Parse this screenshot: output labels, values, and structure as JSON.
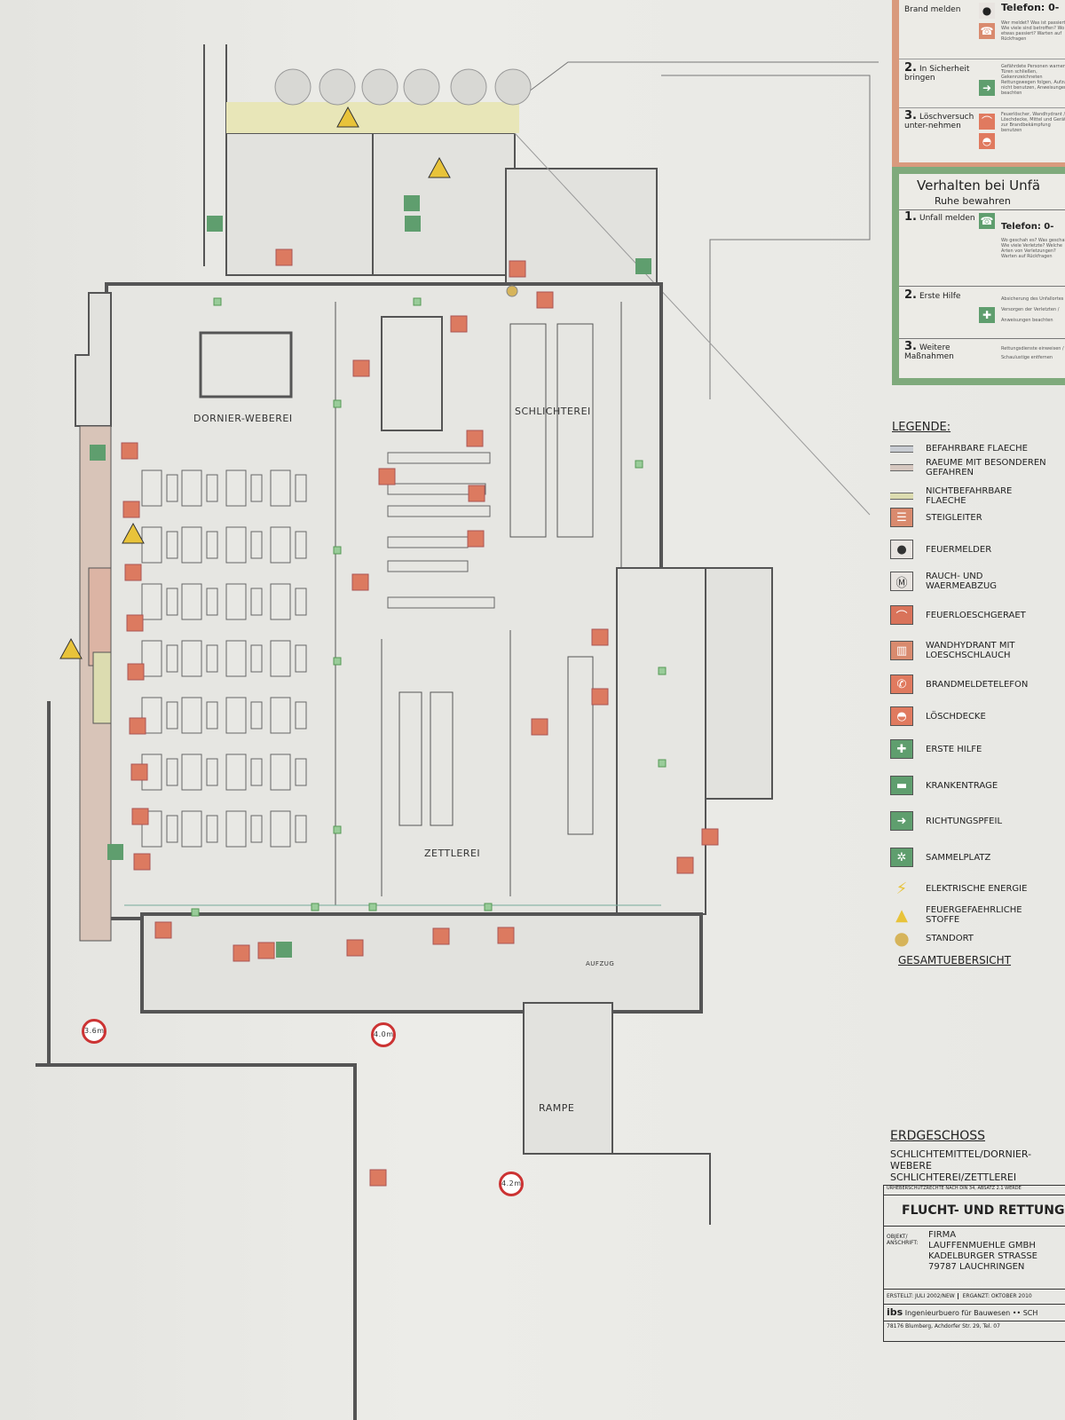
{
  "fire_box": {
    "step1_label": "Brand melden",
    "step1_phone": "Telefon: 0-",
    "step1_notes": "Wer meldet? Was ist passiert? Wie viele sind betroffen? Wo ist etwas passiert? Warten auf Rückfragen",
    "step2_num": "2.",
    "step2_label": "In Sicherheit bringen",
    "step2_notes": "Gefährdete Personen warnen, Türen schließen, Gekennzeichneten Rettungswegen folgen, Aufzug nicht benutzen, Anweisungen beachten",
    "step3_num": "3.",
    "step3_label": "Löschversuch unter-nehmen",
    "step3_notes": "Feuerlöscher, Wandhydrant / Löschdecke, Mittel und Geräte zur Brandbekämpfung benutzen"
  },
  "accident_box": {
    "title": "Verhalten bei Unfä",
    "subtitle": "Ruhe bewahren",
    "step1_num": "1.",
    "step1_label": "Unfall melden",
    "step1_phone": "Telefon: 0-",
    "step1_notes": "Wo geschah es? Was geschah? Wie viele Verletzte? Welche Arten von Verletzungen? Warten auf Rückfragen",
    "step2_num": "2.",
    "step2_label": "Erste Hilfe",
    "step2_notes": "Absicherung des Unfallortes / Versorgen der Verletzten / Anweisungen beachten",
    "step3_num": "3.",
    "step3_label": "Weitere Maßnahmen",
    "step3_notes": "Rettungsdienste einweisen / Schaulustige entfernen"
  },
  "legend": {
    "title": "LEGENDE:",
    "items": [
      {
        "label": "BEFAHRBARE FLAECHE",
        "icon": "drivable-area-swatch",
        "color": "#c8ccd2"
      },
      {
        "label": "RAEUME MIT BESONDEREN GEFAHREN",
        "icon": "special-hazard-swatch",
        "color": "#d6c8c0"
      },
      {
        "label": "NICHTBEFAHRBARE FLAECHE",
        "icon": "non-drivable-swatch",
        "color": "#dcdcb0"
      },
      {
        "label": "STEIGLEITER",
        "icon": "ladder-icon",
        "color": "#d98a6e"
      },
      {
        "label": "FEUERMELDER",
        "icon": "fire-alarm-icon",
        "color": "#e8e4e0"
      },
      {
        "label": "RAUCH- UND WAERMEABZUG",
        "icon": "smoke-vent-icon",
        "color": "#e8e4e0"
      },
      {
        "label": "FEUERLOESCHGERAET",
        "icon": "fire-extinguisher-icon",
        "color": "#d9735a"
      },
      {
        "label": "WANDHYDRANT MIT LOESCHSCHLAUCH",
        "icon": "wall-hydrant-icon",
        "color": "#d98a6e"
      },
      {
        "label": "BRANDMELDETELEFON",
        "icon": "fire-phone-icon",
        "color": "#e07a5f"
      },
      {
        "label": "LÖSCHDECKE",
        "icon": "fire-blanket-icon",
        "color": "#e07a5f"
      },
      {
        "label": "ERSTE HILFE",
        "icon": "first-aid-icon",
        "color": "#5f9e6e"
      },
      {
        "label": "KRANKENTRAGE",
        "icon": "stretcher-icon",
        "color": "#5f9e6e"
      },
      {
        "label": "RICHTUNGSPFEIL",
        "icon": "direction-arrow-icon",
        "color": "#5f9e6e"
      },
      {
        "label": "SAMMELPLATZ",
        "icon": "assembly-point-icon",
        "color": "#5f9e6e"
      },
      {
        "label": "ELEKTRISCHE ENERGIE",
        "icon": "electric-hazard-icon",
        "color": "#e8c33a"
      },
      {
        "label": "FEUERGEFAEHRLICHE STOFFE",
        "icon": "flammable-hazard-icon",
        "color": "#e8c33a"
      },
      {
        "label": "STANDORT",
        "icon": "location-icon",
        "color": "#d6b45a"
      }
    ]
  },
  "overview_title": "GESAMTUEBERSICHT",
  "floor": {
    "title": "ERDGESCHOSS",
    "line1": "SCHLICHTEMITTEL/DORNIER-WEBERE",
    "line2": "SCHLICHTEREI/ZETTLEREI"
  },
  "title_block": {
    "copyright": "URHEBERSCHUTZRECHTE NACH DIN 34, ABSATZ 2.1 WERDE",
    "heading": "FLUCHT- UND RETTUNGS",
    "object_label": "OBJEKT/ ANSCHRIFT:",
    "address": [
      "FIRMA",
      "LAUFFENMUEHLE GMBH",
      "KADELBURGER STRASSE",
      "79787 LAUCHRINGEN"
    ],
    "created": "ERSTELLT: JULI 2002/NEW",
    "updated": "ERGANZT: OKTOBER 2010",
    "firm": "Ingenieurbuero für Bauwesen •• SCH",
    "firm_logo": "ibs",
    "firm_address": "78176 Blumberg, Achdorfer Str. 29, Tel. 07"
  },
  "plan_labels": {
    "weaving": "DORNIER-WEBEREI",
    "sizing": "SCHLICHTEREI",
    "warping": "ZETTLEREI",
    "ramp": "RAMPE",
    "elevator": "AUFZUG",
    "height1": "3.6m",
    "height2": "4.0m",
    "height3": "4.2m"
  }
}
